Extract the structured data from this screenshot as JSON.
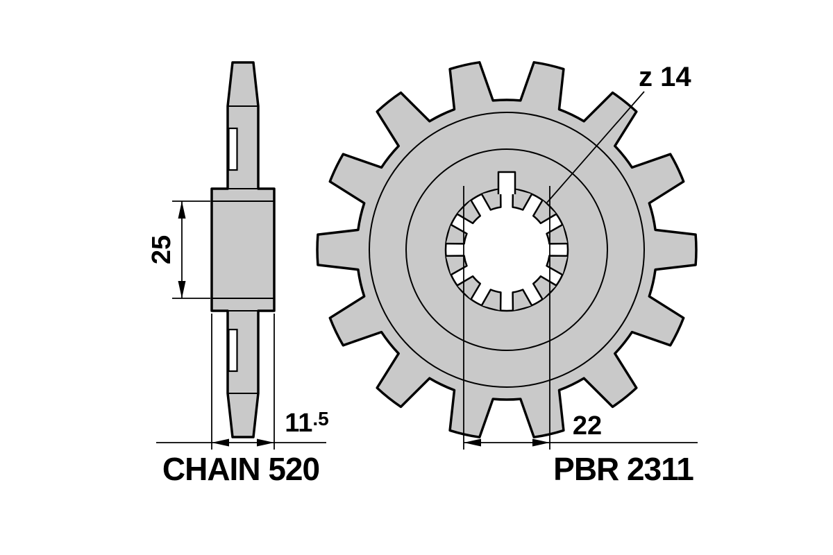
{
  "drawing": {
    "labels": {
      "chain": "CHAIN 520",
      "part": "PBR 2311",
      "teeth": "z 14",
      "bore_dim": "22",
      "hub_dim": "25",
      "width_dim_main": "11",
      "width_dim_sup": ".5"
    },
    "teeth_count": 14,
    "spline_count": 12,
    "colors": {
      "metal": "#c9c9c9",
      "outline": "#000000",
      "background": "#ffffff"
    }
  }
}
